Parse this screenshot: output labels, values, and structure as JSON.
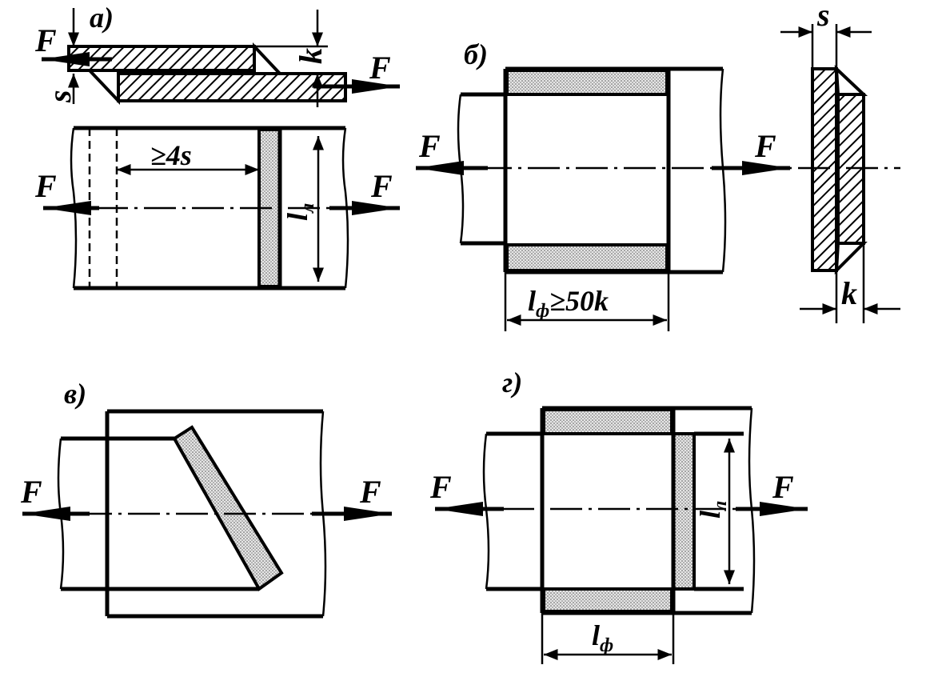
{
  "panels": {
    "a": {
      "label": "а)",
      "force": "F",
      "s": "s",
      "k": "k",
      "gap": "≥4s",
      "len_main": "l",
      "len_sub": "л"
    },
    "b": {
      "label": "б)",
      "force": "F",
      "s": "s",
      "k": "k",
      "len_main": "l",
      "len_sub": "ф",
      "len_rest": "≥50k"
    },
    "v": {
      "label": "в)",
      "force": "F"
    },
    "g": {
      "label": "г)",
      "force": "F",
      "len1_main": "l",
      "len1_sub": "л",
      "len2_main": "l",
      "len2_sub": "ф"
    }
  }
}
